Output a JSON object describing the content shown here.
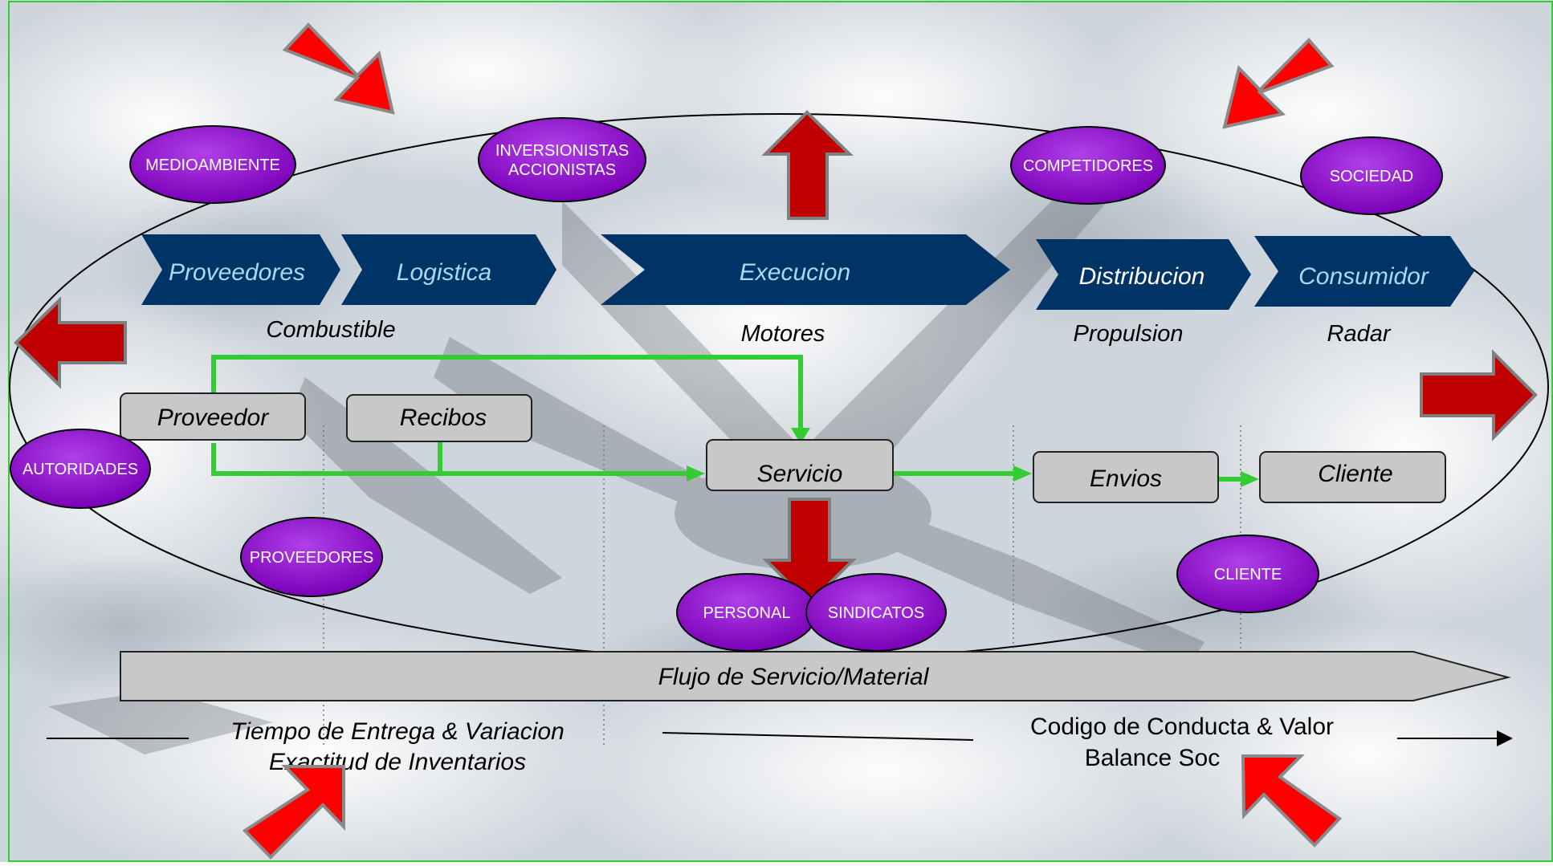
{
  "chevrons": [
    {
      "id": "proveedores",
      "label": "Proveedores",
      "color": "#a9d9ec"
    },
    {
      "id": "logistica",
      "label": "Logistica",
      "color": "#a9d9ec"
    },
    {
      "id": "execucion",
      "label": "Execucion",
      "color": "#a9d9ec"
    },
    {
      "id": "distribucion",
      "label": "Distribucion",
      "color": "#ffffff"
    },
    {
      "id": "consumidor",
      "label": "Consumidor",
      "color": "#a9d9ec"
    }
  ],
  "sublabels": [
    {
      "id": "combustible",
      "label": "Combustible"
    },
    {
      "id": "motores",
      "label": "Motores"
    },
    {
      "id": "propulsion",
      "label": "Propulsion"
    },
    {
      "id": "radar",
      "label": "Radar"
    }
  ],
  "process_boxes": [
    {
      "id": "proveedor",
      "label": "Proveedor"
    },
    {
      "id": "recibos",
      "label": "Recibos"
    },
    {
      "id": "servicio",
      "label": "Servicio"
    },
    {
      "id": "envios",
      "label": "Envios"
    },
    {
      "id": "cliente",
      "label": "Cliente"
    }
  ],
  "stakeholders": [
    {
      "id": "medioambiente",
      "label": "MEDIOAMBIENTE"
    },
    {
      "id": "inversionistas",
      "label": "INVERSIONISTAS ACCIONISTAS",
      "lines": [
        "INVERSIONISTAS",
        "ACCIONISTAS"
      ]
    },
    {
      "id": "competidores",
      "label": "COMPETIDORES"
    },
    {
      "id": "sociedad",
      "label": "SOCIEDAD"
    },
    {
      "id": "autoridades",
      "label": "AUTORIDADES"
    },
    {
      "id": "proveedores",
      "label": "PROVEEDORES"
    },
    {
      "id": "personal",
      "label": "PERSONAL"
    },
    {
      "id": "sindicatos",
      "label": "SINDICATOS"
    },
    {
      "id": "cliente",
      "label": "CLIENTE"
    }
  ],
  "flow_bar": {
    "label": "Flujo de Servicio/Material"
  },
  "bottom_left": {
    "line1": "Tiempo de Entrega & Variacion",
    "line2": "Exactitud de Inventarios"
  },
  "bottom_right": {
    "line1": "Codigo de Conducta & Valor",
    "line2": "Balance Soc"
  },
  "colors": {
    "chevron_fill": "#003366",
    "stakeholder_fill": "#8a00c8",
    "arrow_red": "#ff0000",
    "arrow_dark_red": "#c00000",
    "flow_green": "#33cc33",
    "box_fill": "#c8c8c8"
  }
}
